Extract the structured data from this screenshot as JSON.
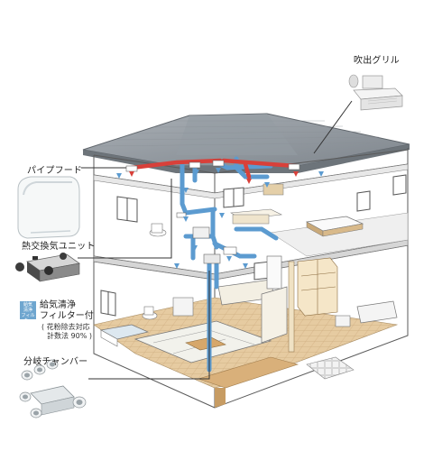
{
  "labels": {
    "fukidashi_grille": "吹出グリル",
    "pipe_hood": "パイプフード",
    "heat_exchange_unit": "熱交換気ユニット",
    "filter_line1": "給気清浄",
    "filter_line2": "フィルター付",
    "filter_note1": "( 花粉除去対応",
    "filter_note2": "計数法 90% )",
    "filter_badge": [
      "給気",
      "清浄",
      "フィルター"
    ],
    "branch_chamber": "分岐チャンバー"
  },
  "colors": {
    "supply_duct": "#d8403a",
    "exhaust_duct": "#5c9bd0",
    "roof": "#8f969d",
    "floor_wood": "#e3c79c",
    "outline": "#5a5a5a",
    "leader_line": "#333333"
  },
  "icons": [
    "grille-icon",
    "pipe-hood-icon",
    "heat-exchange-unit-icon",
    "branch-chamber-icon",
    "airflow-arrow-icon"
  ]
}
